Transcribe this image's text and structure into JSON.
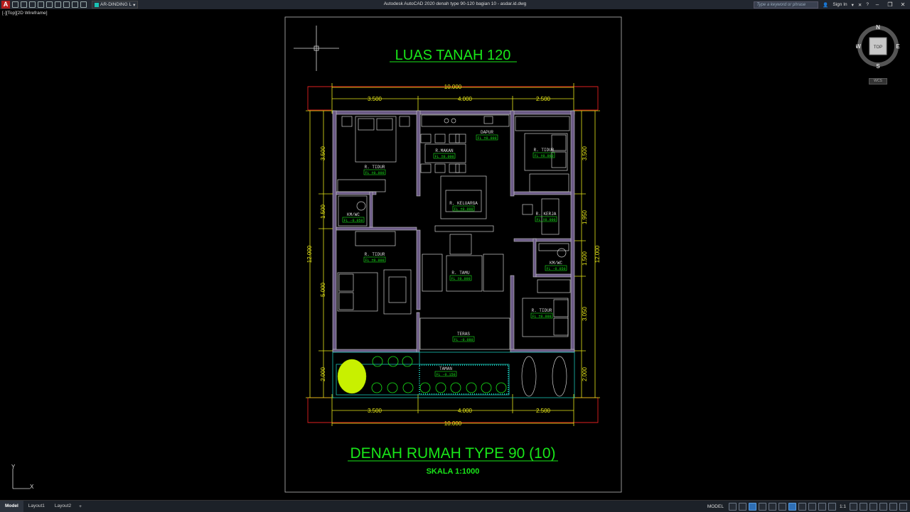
{
  "window": {
    "title": "Autodesk AutoCAD 2020   denah type 90-120 bagian 10 - asdar.id.dwg",
    "workspace": "AR-DINDING L",
    "search_placeholder": "Type a keyword or phrase",
    "sign_in": "Sign In"
  },
  "viewport": {
    "label": "[-][Top][2D Wireframe]"
  },
  "viewcube": {
    "north": "N",
    "south": "S",
    "east": "E",
    "west": "W",
    "face": "TOP",
    "wcs": "WCS"
  },
  "drawing": {
    "title_top": "LUAS TANAH 120",
    "title_main": "DENAH RUMAH TYPE 90 (10)",
    "scale_label": "SKALA 1:1000",
    "dim_total": "10.000",
    "dim_top": [
      "3.500",
      "4.000",
      "2.500"
    ],
    "dim_bottom": [
      "3.500",
      "4.000",
      "2.500"
    ],
    "dim_left_total": "12.000",
    "dim_right_total": "12.000",
    "dim_left": [
      "3.500",
      "1.500",
      "5.000",
      "2.000"
    ],
    "dim_right": [
      "3.500",
      "1.950",
      "1.500",
      "3.050",
      "2.000"
    ],
    "rooms": [
      {
        "name": "R. TIDUR",
        "fl": "FL ±0.000"
      },
      {
        "name": "R.MAKAN",
        "fl": "FL ±0.000"
      },
      {
        "name": "DAPUR",
        "fl": "FL ±0.000"
      },
      {
        "name": "R. TIDUR",
        "fl": "FL ±0.000"
      },
      {
        "name": "KM/WC",
        "fl": "FL -0.050"
      },
      {
        "name": "R. KELUARGA",
        "fl": "FL ±0.000"
      },
      {
        "name": "R. KERJA",
        "fl": "FL ±0.000"
      },
      {
        "name": "R. TIDUR",
        "fl": "FL ±0.000"
      },
      {
        "name": "KM/WC",
        "fl": "FL -0.050"
      },
      {
        "name": "R. TAMU",
        "fl": "FL ±0.000"
      },
      {
        "name": "R. TIDUR",
        "fl": "FL ±0.000"
      },
      {
        "name": "TERAS",
        "fl": "FL -0.080"
      },
      {
        "name": "TAMAN",
        "fl": "FL -0.150"
      }
    ]
  },
  "ucs": {
    "x": "X",
    "y": "Y"
  },
  "status": {
    "tabs": [
      "Model",
      "Layout1",
      "Layout2"
    ],
    "add_tab": "+",
    "model_label": "MODEL",
    "scale": "1:1"
  }
}
